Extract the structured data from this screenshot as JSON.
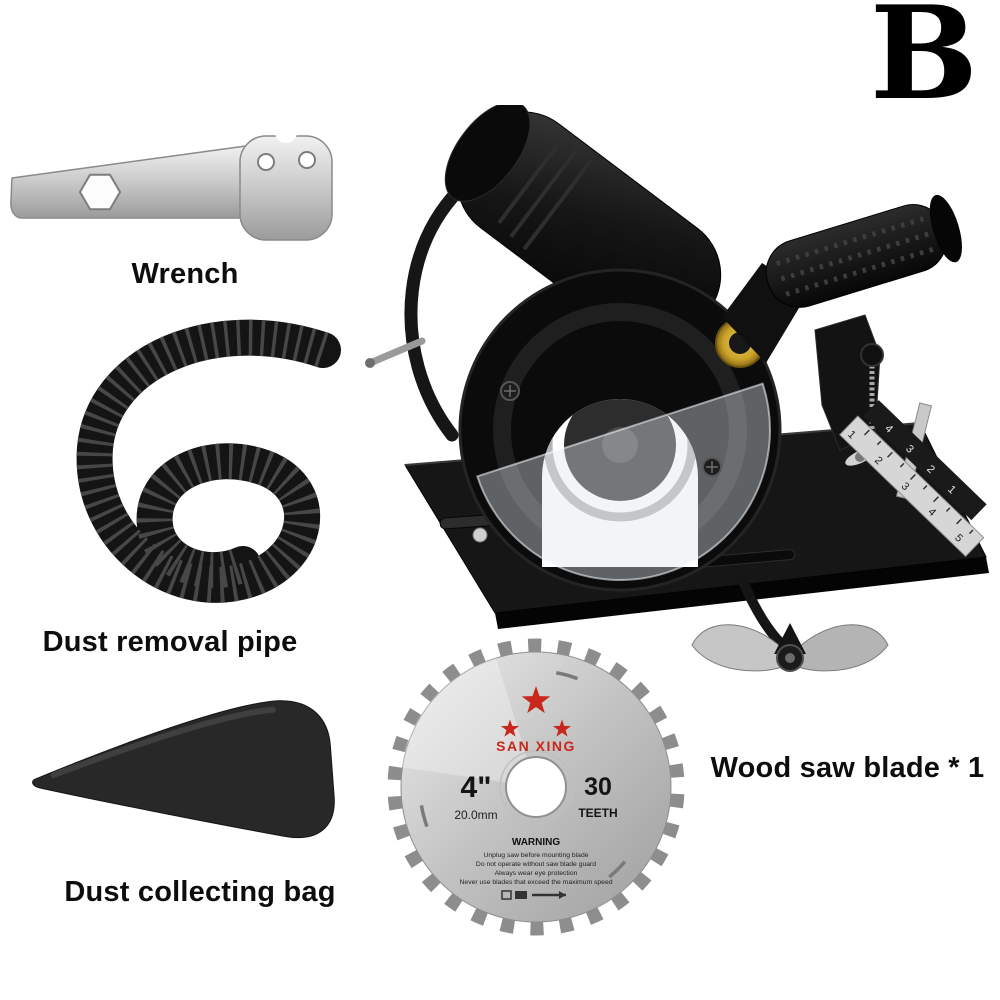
{
  "page": {
    "variant_label": "B",
    "background": "#ffffff"
  },
  "labels": {
    "wrench": "Wrench",
    "dust_pipe": "Dust removal pipe",
    "dust_bag": "Dust collecting bag",
    "blade": "Wood saw blade * 1"
  },
  "blade": {
    "brand": "SAN XING",
    "diameter": "4\"",
    "bore": "20.0mm",
    "teeth_count": "30",
    "teeth_label": "TEETH",
    "warning_title": "WARNING",
    "warning_lines": [
      "Unplug saw before mounting blade",
      "Do not operate without saw blade guard",
      "Always wear eye protection",
      "Never use blades that exceed the maximum speed"
    ]
  },
  "tool": {
    "fence_numbers": "4 3 2 1",
    "ruler_numbers": "1 2 3 4 5"
  },
  "colors": {
    "accent_red": "#c8281c",
    "brass": "#c9a227",
    "steel": "#c6c6c6",
    "body_black": "#111111"
  }
}
